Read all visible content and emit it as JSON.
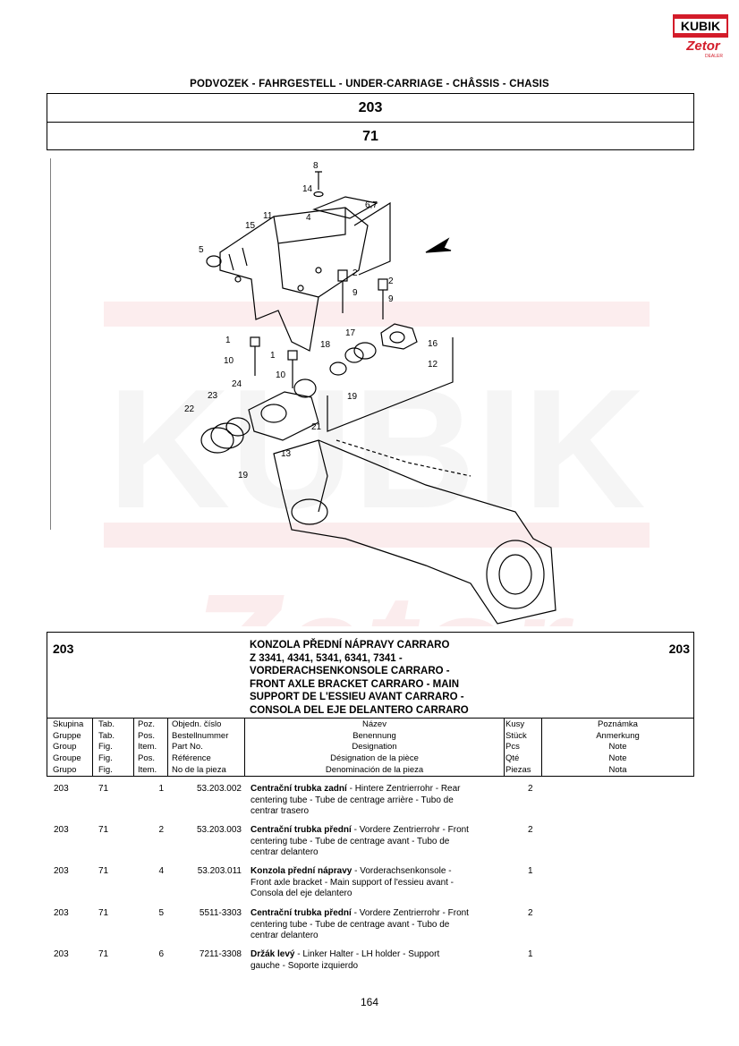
{
  "logo": {
    "top_text": "KUBIK",
    "bottom_text": "Zetor",
    "sub_text": "DEALER",
    "accent_color": "#d31c2a"
  },
  "header": {
    "section_heading": "PODVOZEK - FAHRGESTELL - UNDER-CARRIAGE - CHÂSSIS - CHASIS",
    "group": "203",
    "table": "71"
  },
  "drawing": {
    "callouts": [
      "8",
      "14",
      "6,7",
      "11",
      "15",
      "4",
      "5",
      "2",
      "9",
      "2",
      "9",
      "1",
      "10",
      "1",
      "18",
      "17",
      "16",
      "12",
      "10",
      "24",
      "23",
      "22",
      "21",
      "19",
      "13",
      "19"
    ]
  },
  "info": {
    "group_left": "203",
    "group_right": "203",
    "title_lines": [
      "KONZOLA PŘEDNÍ NÁPRAVY CARRARO",
      "Z 3341, 4341, 5341, 6341, 7341 -",
      "VORDERACHSENKONSOLE CARRARO -",
      "FRONT AXLE BRACKET CARRARO - MAIN",
      "SUPPORT DE L'ESSIEU AVANT CARRARO -",
      "CONSOLA DEL EJE DELANTERO CARRARO"
    ],
    "columns": {
      "group": [
        "Skupina",
        "Gruppe",
        "Group",
        "Groupe",
        "Grupo"
      ],
      "table": [
        "Tab.",
        "Tab.",
        "Fig.",
        "Fig.",
        "Fig."
      ],
      "position": [
        "Poz.",
        "Pos.",
        "Item.",
        "Pos.",
        "Item."
      ],
      "part_no": [
        "Objedn. číslo",
        "Bestellnummer",
        "Part No.",
        "Référence",
        "No de la pieza"
      ],
      "name": [
        "Název",
        "Benennung",
        "Designation",
        "Désignation de la pièce",
        "Denominación de la pieza"
      ],
      "qty": [
        "Kusy",
        "Stück",
        "Pcs",
        "Qté",
        "Piezas"
      ],
      "note": [
        "Poznámka",
        "Anmerkung",
        "Note",
        "Note",
        "Nota"
      ]
    }
  },
  "parts": [
    {
      "group": "203",
      "table": "71",
      "pos": "1",
      "part_no": "53.203.002",
      "name_bold": "Centrační trubka zadní",
      "desc_lines": [
        " - Hintere Zentrierrohr - Rear",
        "centering tube - Tube de centrage arrière - Tubo de",
        "centrar trasero"
      ],
      "qty": "2"
    },
    {
      "group": "203",
      "table": "71",
      "pos": "2",
      "part_no": "53.203.003",
      "name_bold": "Centrační trubka přední",
      "desc_lines": [
        " - Vordere Zentrierrohr - Front",
        "centering tube - Tube de centrage avant - Tubo de",
        "centrar delantero"
      ],
      "qty": "2"
    },
    {
      "group": "203",
      "table": "71",
      "pos": "4",
      "part_no": "53.203.011",
      "name_bold": "Konzola přední nápravy",
      "desc_lines": [
        " - Vorderachsenkonsole -",
        "Front axle bracket - Main support of l'essieu avant -",
        "Consola del eje delantero"
      ],
      "qty": "1"
    },
    {
      "group": "203",
      "table": "71",
      "pos": "5",
      "part_no": "5511-3303",
      "name_bold": "Centrační trubka přední",
      "desc_lines": [
        " - Vordere Zentrierrohr - Front",
        "centering tube - Tube de centrage avant - Tubo de",
        "centrar delantero"
      ],
      "qty": "2"
    },
    {
      "group": "203",
      "table": "71",
      "pos": "6",
      "part_no": "7211-3308",
      "name_bold": "Držák levý",
      "desc_lines": [
        "  - Linker Halter - LH holder - Support",
        "gauche - Soporte izquierdo"
      ],
      "qty": "1"
    }
  ],
  "footer": {
    "page_number": "164"
  }
}
